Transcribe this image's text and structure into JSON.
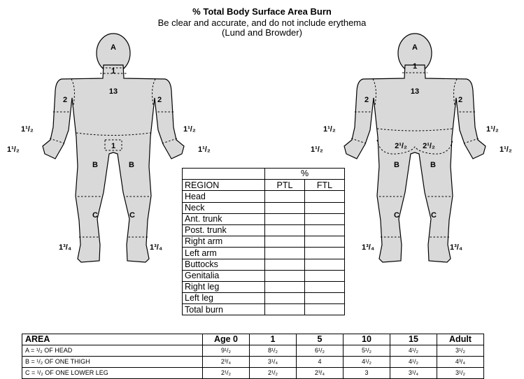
{
  "header": {
    "title": "% Total Body Surface Area Burn",
    "subtitle": "Be clear and accurate, and do not include erythema",
    "subtitle2": "(Lund and Browder)"
  },
  "front_labels": {
    "head": "A",
    "neck": "1",
    "trunk": "13",
    "right_upper_arm": "2",
    "left_upper_arm": "2",
    "right_forearm": "1¹/₂",
    "left_forearm": "1¹/₂",
    "right_hand": "1¹/₂",
    "left_hand": "1¹/₂",
    "genitalia": "1",
    "right_thigh": "B",
    "left_thigh": "B",
    "right_leg": "C",
    "left_leg": "C",
    "right_foot": "1³/₄",
    "left_foot": "1³/₄"
  },
  "back_labels": {
    "head": "A",
    "neck": "1",
    "trunk": "13",
    "right_upper_arm": "2",
    "left_upper_arm": "2",
    "right_forearm": "1¹/₂",
    "left_forearm": "1¹/₂",
    "right_hand": "1¹/₂",
    "left_hand": "1¹/₂",
    "right_buttock": "2¹/₂",
    "left_buttock": "2¹/₂",
    "right_thigh": "B",
    "left_thigh": "B",
    "right_leg": "C",
    "left_leg": "C",
    "right_foot": "1³/₄",
    "left_foot": "1³/₄"
  },
  "region_table": {
    "percent_header": "%",
    "columns": [
      "REGION",
      "PTL",
      "FTL"
    ],
    "rows": [
      "Head",
      "Neck",
      "Ant. trunk",
      "Post. trunk",
      "Right arm",
      "Left arm",
      "Buttocks",
      "Genitalia",
      "Right leg",
      "Left leg",
      "Total burn"
    ]
  },
  "age_table": {
    "headers": [
      "AREA",
      "Age 0",
      "1",
      "5",
      "10",
      "15",
      "Adult"
    ],
    "rows": [
      [
        "A = ¹/₂ OF HEAD",
        "9¹/₂",
        "8¹/₂",
        "6¹/₂",
        "5¹/₂",
        "4¹/₂",
        "3¹/₂"
      ],
      [
        "B = ¹/₂ OF ONE THIGH",
        "2³/₄",
        "3¹/₄",
        "4",
        "4¹/₂",
        "4¹/₂",
        "4³/₄"
      ],
      [
        "C = ¹/₂ OF ONE LOWER LEG",
        "2¹/₂",
        "2¹/₂",
        "2³/₄",
        "3",
        "3¹/₄",
        "3¹/₂"
      ]
    ]
  }
}
